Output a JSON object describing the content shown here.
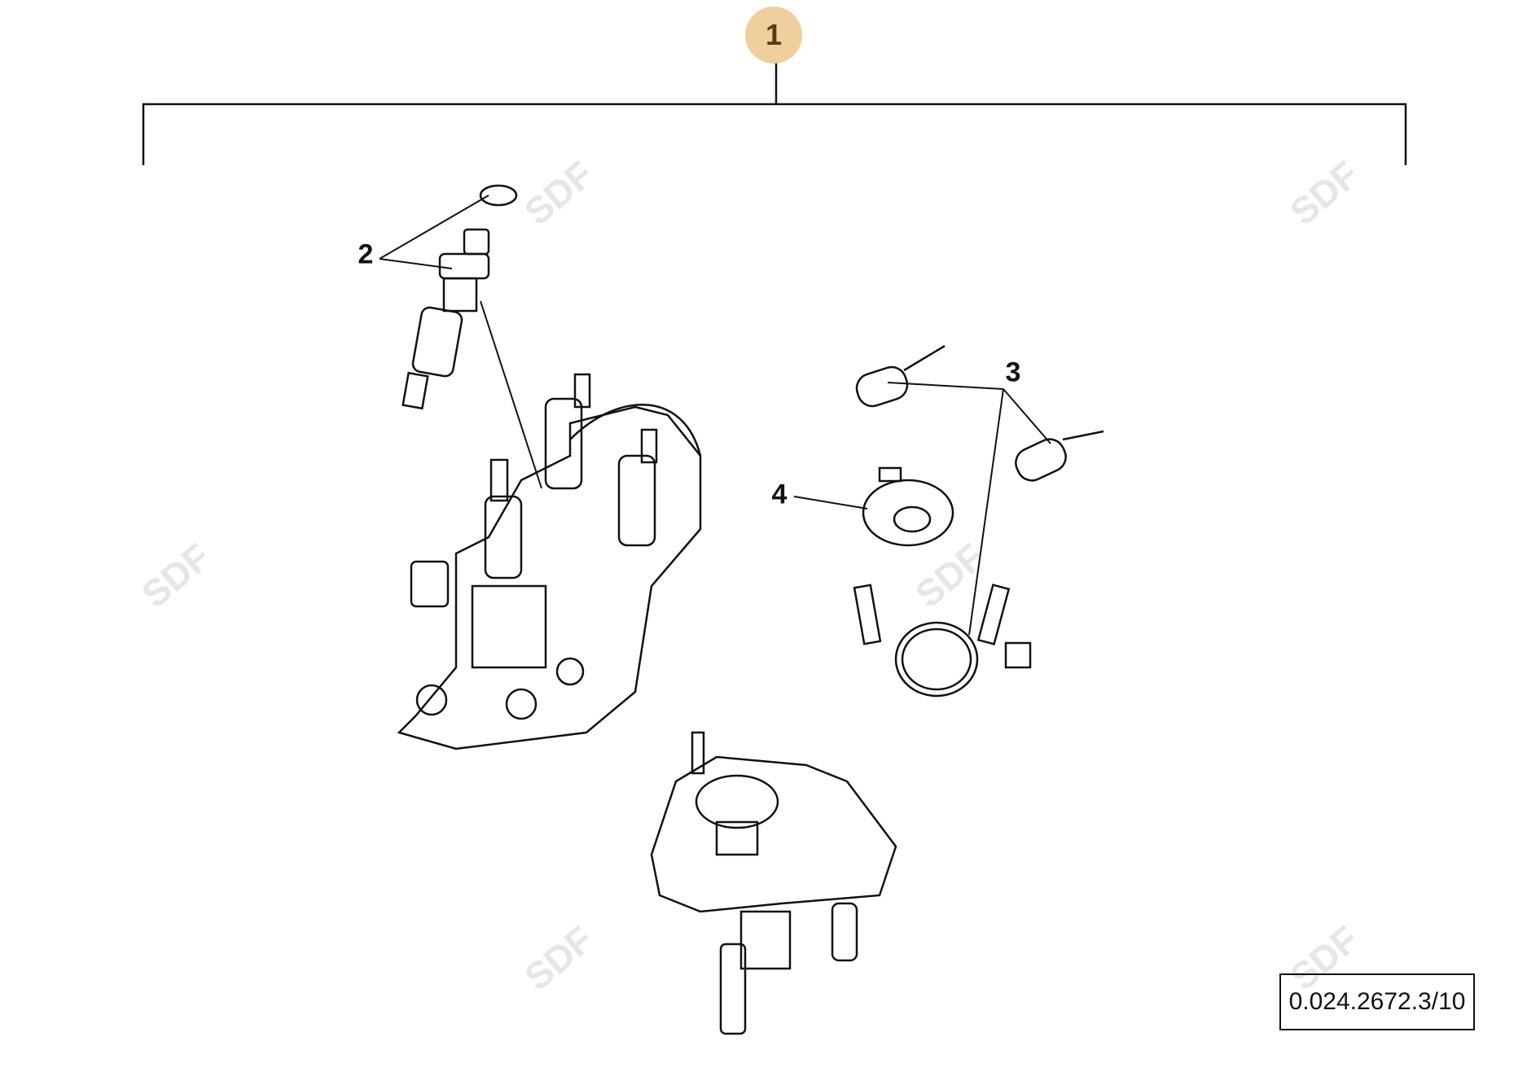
{
  "diagram": {
    "main_callout": "1",
    "callouts": [
      "2",
      "3",
      "4"
    ],
    "reference_code": "0.024.2672.3/10",
    "watermark": "SDF",
    "colors": {
      "callout_fill": "#efcf9e",
      "callout_text": "#5a3a10",
      "line": "#111111"
    }
  }
}
